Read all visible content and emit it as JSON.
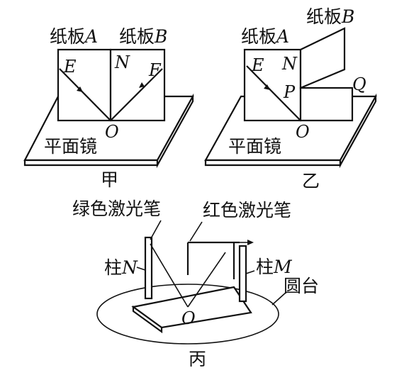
{
  "diagram": {
    "jia": {
      "caption": "甲",
      "board_a": "纸板A",
      "board_b": "纸板B",
      "mirror": "平面镜",
      "labels": {
        "E": "E",
        "N": "N",
        "F": "F",
        "O": "O"
      }
    },
    "yi": {
      "caption": "乙",
      "board_a": "纸板A",
      "board_b": "纸板B",
      "mirror": "平面镜",
      "labels": {
        "E": "E",
        "N": "N",
        "P": "P",
        "Q": "Q",
        "O": "O"
      }
    },
    "bing": {
      "caption": "丙",
      "green_laser": "绿色激光笔",
      "red_laser": "红色激光笔",
      "pillar_n": "柱N",
      "pillar_m": "柱M",
      "platform": "圆台",
      "label_o": "O"
    }
  }
}
